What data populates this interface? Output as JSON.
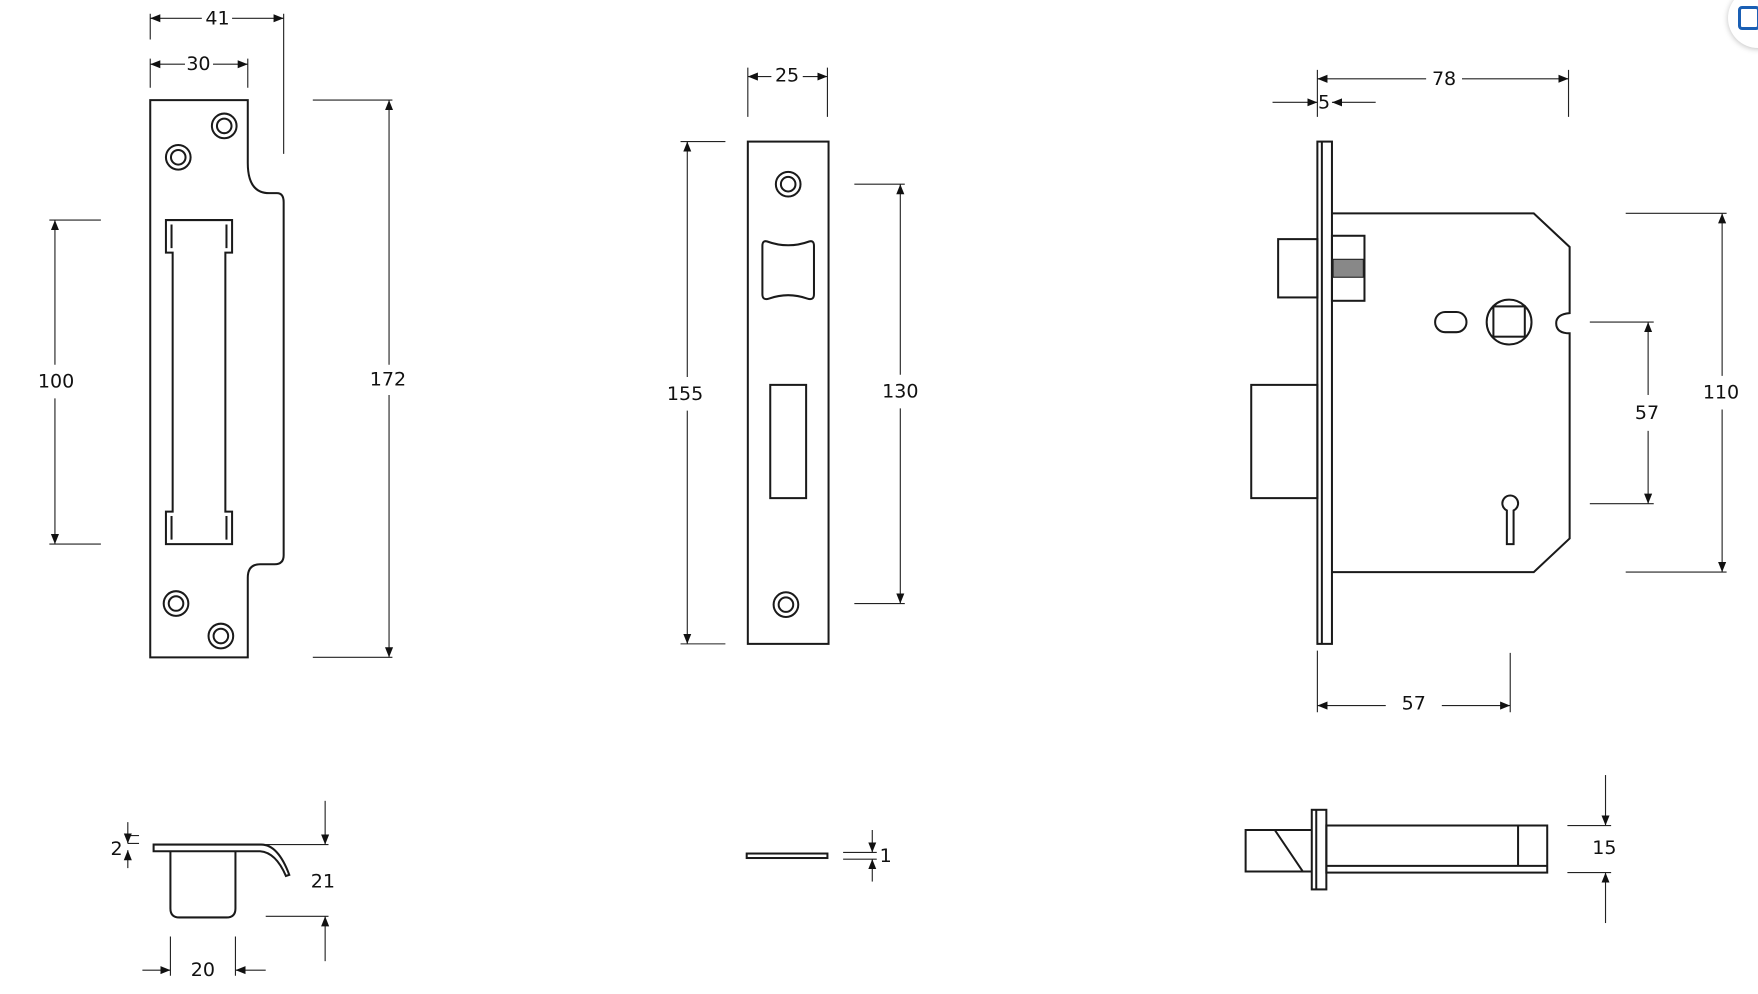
{
  "strike_plate": {
    "width_overall": "41",
    "width_plate": "30",
    "slot_height": "100",
    "height": "172"
  },
  "forend": {
    "width": "25",
    "height": "155",
    "hole_centres": "130"
  },
  "lock_body": {
    "width_overall": "78",
    "forend_thickness": "5",
    "body_height": "110",
    "centres": "57",
    "backset": "57"
  },
  "latch_section": {
    "thickness": "2",
    "height": "21",
    "width": "20"
  },
  "forend_section": {
    "thickness": "1"
  },
  "bolt_section": {
    "height": "15"
  },
  "colors": {
    "line": "#1a1a1a",
    "accent": "#1a5fb4"
  }
}
